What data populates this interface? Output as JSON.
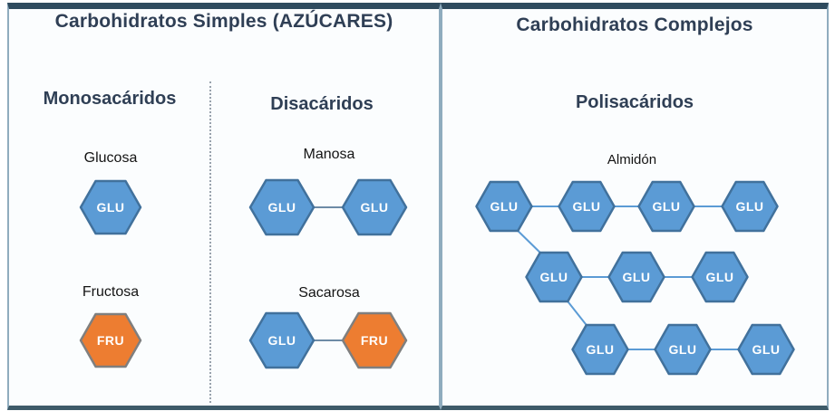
{
  "panels": {
    "simples": {
      "title": "Carbohidratos Simples (AZÚCARES)",
      "columns": [
        {
          "heading": "Monosacáridos"
        },
        {
          "heading": "Disacáridos"
        }
      ]
    },
    "complejos": {
      "title": "Carbohidratos Complejos",
      "heading": "Polisacáridos"
    }
  },
  "molecules": [
    {
      "id": "glucosa",
      "name": "Glucosa",
      "units": [
        "GLU"
      ]
    },
    {
      "id": "fructosa",
      "name": "Fructosa",
      "units": [
        "FRU"
      ]
    },
    {
      "id": "manosa",
      "name": "Manosa",
      "units": [
        "GLU",
        "GLU"
      ],
      "links": [
        [
          0,
          1
        ]
      ]
    },
    {
      "id": "sacarosa",
      "name": "Sacarosa",
      "units": [
        "GLU",
        "FRU"
      ],
      "links": [
        [
          0,
          1
        ]
      ]
    },
    {
      "id": "almidon",
      "name": "Almidón",
      "units": [
        "GLU",
        "GLU",
        "GLU",
        "GLU",
        "GLU",
        "GLU",
        "GLU",
        "GLU",
        "GLU",
        "GLU"
      ],
      "links": [
        [
          0,
          1
        ],
        [
          1,
          2
        ],
        [
          2,
          3
        ],
        [
          4,
          5
        ],
        [
          5,
          6
        ],
        [
          7,
          8
        ],
        [
          8,
          9
        ]
      ],
      "branches": [
        [
          0,
          4
        ],
        [
          4,
          7
        ]
      ]
    }
  ],
  "unit_styles": {
    "GLU": {
      "fill": "#5B9BD5",
      "stroke": "#41719C"
    },
    "FRU": {
      "fill": "#ED7D31",
      "stroke": "#7F7F7F"
    }
  },
  "colors": {
    "bond_disaccharide": "#6D8BA6",
    "bond_polysaccharide": "#5B9BD5",
    "panel_top_bar": "#2F4B5E",
    "panel_bottom_bar": "#3E5B69",
    "panel_side_border": "#8FACBE",
    "heading_text": "#2F3F55"
  }
}
